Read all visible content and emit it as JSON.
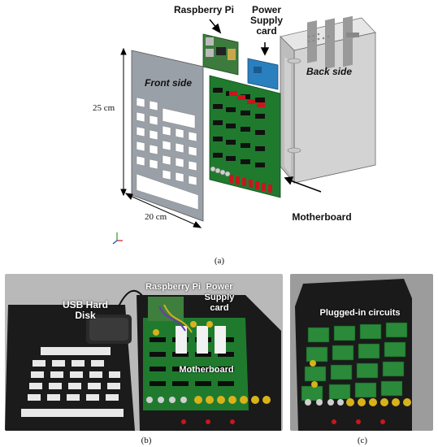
{
  "panel_a": {
    "raspberry_pi": "Raspberry Pi",
    "power_supply": [
      "Power",
      "Supply",
      "card"
    ],
    "front_side": "Front side",
    "back_side": "Back side",
    "height_dim": "25 cm",
    "width_dim": "20 cm",
    "motherboard": "Motherboard",
    "caption": "(a)"
  },
  "panel_b": {
    "usb_disk": [
      "USB Hard",
      "Disk"
    ],
    "raspberry_pi": "Raspberry Pi",
    "power_supply": [
      "Power",
      "Supply",
      "card"
    ],
    "motherboard": "Motherboard",
    "caption": "(b)"
  },
  "panel_c": {
    "plugged_in": "Plugged-in circuits",
    "caption": "(c)"
  },
  "colors": {
    "pcb_green": "#1f7a2e",
    "connector_red": "#c8171c",
    "box_gray": "#d6d6d6",
    "front_panel": "#9aa0a8",
    "photo_bg": "#b9b9b9",
    "black_case": "#1a1a1a",
    "gold": "#d8b21a"
  }
}
